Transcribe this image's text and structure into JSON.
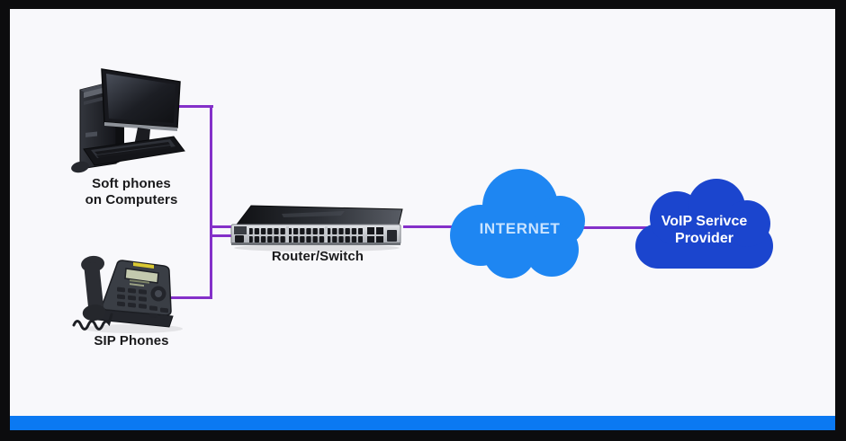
{
  "colors": {
    "frame": "#0c0c0e",
    "canvas_bg": "#f8f8fb",
    "accent_bar": "#0b79f2",
    "connector": "#8430c9",
    "internet_cloud": "#1e86f2",
    "voip_cloud": "#1b45ce",
    "internet_text": "#c9e3ff",
    "voip_text": "#ffffff",
    "label_text": "#1a1a1c"
  },
  "labels": {
    "computer": {
      "line1": "Soft phones",
      "line2": "on Computers"
    },
    "phone": "SIP Phones",
    "switch": "Router/Switch",
    "internet": "INTERNET",
    "voip": {
      "line1": "VoIP Serivce",
      "line2": "Provider"
    }
  },
  "icons": {
    "computer": "desktop-computer-illustration",
    "phone": "sip-phone-illustration",
    "switch": "network-switch-illustration",
    "internet": "cloud-icon",
    "voip": "cloud-icon"
  }
}
